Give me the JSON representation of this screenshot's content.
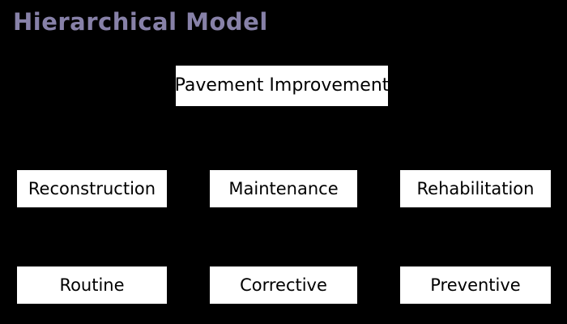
{
  "title": "Hierarchical Model",
  "colors": {
    "background": "#000000",
    "title_text": "#8781a8",
    "node_background": "#ffffff",
    "node_text": "#000000"
  },
  "diagram": {
    "type": "hierarchy",
    "root": {
      "label": "Pavement Improvement"
    },
    "level2": [
      {
        "label": "Reconstruction"
      },
      {
        "label": "Maintenance"
      },
      {
        "label": "Rehabilitation"
      }
    ],
    "level3": [
      {
        "label": "Routine"
      },
      {
        "label": "Corrective"
      },
      {
        "label": "Preventive"
      }
    ]
  }
}
